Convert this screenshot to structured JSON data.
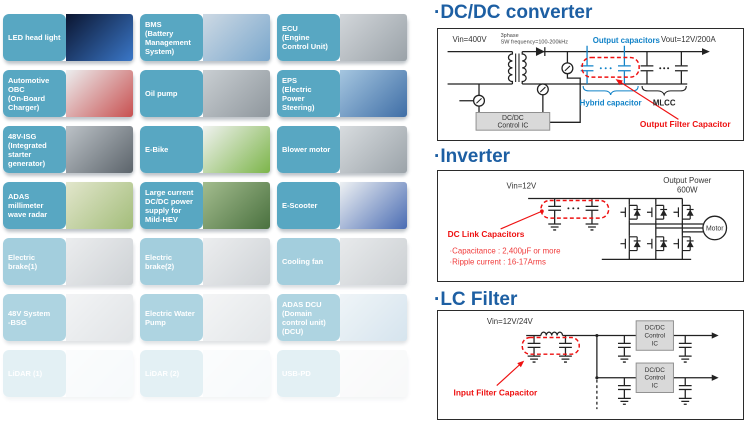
{
  "colors": {
    "accent_blue": "#1d5fa3",
    "circuit_blue": "#1283c8",
    "alert_red": "#ee1111",
    "tile_teal": "#58a7c2"
  },
  "grid": {
    "tiles": [
      {
        "label": "LED head light",
        "img1": "#0b1530",
        "img2": "#3a77c8",
        "fade": 1
      },
      {
        "label": "BMS\n(Battery\nManagement\nSystem)",
        "img1": "#cdd9e4",
        "img2": "#7aa7cc",
        "fade": 1
      },
      {
        "label": "ECU\n(Engine\nControl Unit)",
        "img1": "#d2d6da",
        "img2": "#9aa2a8",
        "fade": 1
      },
      {
        "label": "Automotive\nOBC\n(On-Board\nCharger)",
        "img1": "#eceeef",
        "img2": "#c85050",
        "fade": 1
      },
      {
        "label": "Oil pump",
        "img1": "#c9ced2",
        "img2": "#8f979d",
        "fade": 1
      },
      {
        "label": "EPS\n(Electric\nPower\nSteering)",
        "img1": "#a5c6e0",
        "img2": "#3f6ea6",
        "fade": 1
      },
      {
        "label": "48V-ISG\n(Integrated\nstarter\ngenerator)",
        "img1": "#bcc2c7",
        "img2": "#5c646b",
        "fade": 1
      },
      {
        "label": "E-Bike",
        "img1": "#f0f2f0",
        "img2": "#7db54a",
        "fade": 1
      },
      {
        "label": "Blower motor",
        "img1": "#d8dcdf",
        "img2": "#9ba3a9",
        "fade": 1
      },
      {
        "label": "ADAS\nmillimeter\nwave radar",
        "img1": "#e2e6cc",
        "img2": "#a3bd7a",
        "fade": 1
      },
      {
        "label": "Large current\nDC/DC power\nsupply for\nMild-HEV",
        "img1": "#a3bc8e",
        "img2": "#4a713f",
        "fade": 1
      },
      {
        "label": "E-Scooter",
        "img1": "#eef1f3",
        "img2": "#4a6cb3",
        "fade": 1
      },
      {
        "label": "Electric\nbrake(1)",
        "img1": "#dcdfe2",
        "img2": "#a6adb3",
        "fade": 0.55
      },
      {
        "label": "Electric\nbrake(2)",
        "img1": "#dde0e3",
        "img2": "#a8afb5",
        "fade": 0.55
      },
      {
        "label": "Cooling fan",
        "img1": "#d6dadd",
        "img2": "#a2a9af",
        "fade": 0.55
      },
      {
        "label": "48V System\n-BSG",
        "img1": "#e5e8eb",
        "img2": "#c2c8cd",
        "fade": 0.48
      },
      {
        "label": "Electric Water\nPump",
        "img1": "#e8ebed",
        "img2": "#c6ccd1",
        "fade": 0.48
      },
      {
        "label": "ADAS DCU\n(Domain\ncontrol unit)\n(DCU)",
        "img1": "#dfeaf1",
        "img2": "#aac8dc",
        "fade": 0.48
      },
      {
        "label": "LiDAR (1)",
        "img1": "#eaf1f6",
        "img2": "#cfe0ea",
        "fade": 0.16
      },
      {
        "label": "LiDAR (2)",
        "img1": "#eaf1f6",
        "img2": "#cfe0ea",
        "fade": 0.16
      },
      {
        "label": "USB-PD",
        "img1": "#edeff1",
        "img2": "#d5dadd",
        "fade": 0.16
      }
    ]
  },
  "sections": {
    "dcdc": {
      "title": "·DC/DC converter",
      "vin": "Vin=400V",
      "phase": "3phase",
      "freq": "SW frequency=100-200kHz",
      "vout": "Vout=12V/200A",
      "output_capacitors": "Output capacitors",
      "hybrid_capacitor": "Hybrid capacitor",
      "mlcc": "MLCC",
      "ic_line1": "DC/DC",
      "ic_line2": "Control IC",
      "output_filter": "Output Filter Capacitor"
    },
    "inverter": {
      "title": "·Inverter",
      "vin": "Vin=12V",
      "output_power_1": "Output Power",
      "output_power_2": "600W",
      "dc_link": "DC Link Capacitors",
      "spec_capacitance": "·Capacitance : 2,400μF or more",
      "spec_ripple": "·Ripple current : 16-17Arms",
      "motor": "Motor"
    },
    "lc": {
      "title": "·LC Filter",
      "vin": "Vin=12V/24V",
      "ic_line1": "DC/DC",
      "ic_line2": "Control",
      "ic_line3": "IC",
      "input_filter": "Input Filter Capacitor"
    }
  }
}
